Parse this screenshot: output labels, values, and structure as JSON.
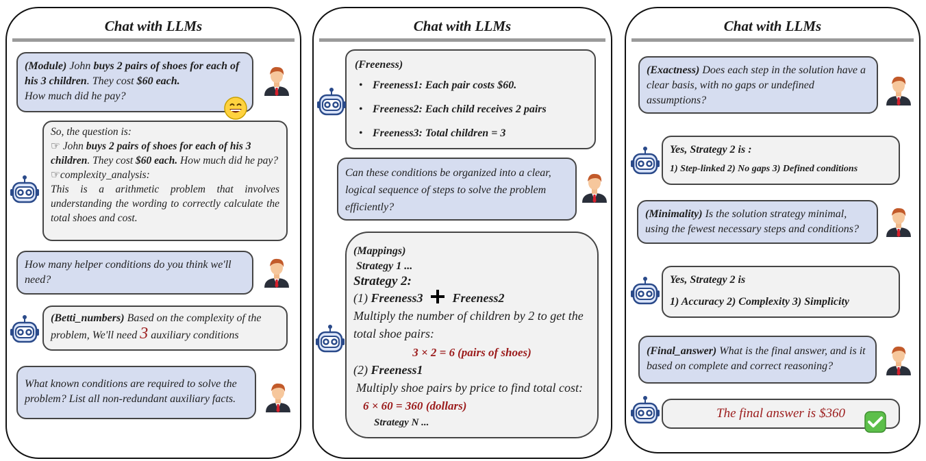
{
  "panel_title": "Chat with LLMs",
  "colors": {
    "user_bubble": "#d6ddf0",
    "bot_bubble": "#f2f2f2",
    "accent_red": "#9b1b1b",
    "check_green": "#5cbf4a"
  },
  "icons": {
    "user": "person-avatar-icon",
    "bot": "robot-icon",
    "smile": "smiley-face-icon",
    "point": "pointing-hand-icon",
    "plus": "plus-icon",
    "check": "checkmark-icon"
  },
  "p1": {
    "q1_tag": "(Module)",
    "q1_t1": "John",
    "q1_b1": "buys 2 pairs of shoes for each of his 3 children",
    "q1_t2": ". They cost",
    "q1_b2": "$60 each.",
    "q1_t3": "How much did he pay?",
    "a1_l1": "So, the question is:",
    "a1_t1": "John",
    "a1_b1": "buys 2 pairs of shoes for each of his 3 children",
    "a1_t2": ". They cost",
    "a1_b2": "$60 each.",
    "a1_t3": "How much did he pay?",
    "a1_l3": "complexity_analysis:",
    "a1_l4": "This is a arithmetic problem that involves understanding the wording to correctly calculate the total shoes and cost.",
    "q2": "How many helper conditions do you think we'll need?",
    "a2_tag": "(Betti_numbers)",
    "a2_t1": "Based on the complexity of the problem, We'll need",
    "a2_num": "3",
    "a2_t2": "auxiliary conditions",
    "q3": "What known conditions are required to solve the problem? List all non-redundant auxiliary facts."
  },
  "p2": {
    "free_tag": "(Freeness)",
    "free_items": [
      "Freeness1: Each pair costs $60.",
      "Freeness2: Each child receives 2 pairs",
      "Freeness3: Total children = 3"
    ],
    "q": "Can these conditions be organized into a clear, logical sequence of steps to solve the problem efficiently?",
    "map_tag": "(Mappings)",
    "s1": "Strategy 1 ...",
    "s2": "Strategy 2:",
    "st1_n": "(1)",
    "st1_a": "Freeness3",
    "st1_b": "Freeness2",
    "st1_text": "Multiply the number of children by 2 to get the total shoe pairs:",
    "eq1": "3 × 2 = 6",
    "eq1_unit": "(pairs of shoes)",
    "st2_n": "(2)",
    "st2_a": "Freeness1",
    "st2_text": "Multiply shoe pairs by price to find total cost:",
    "eq2": "6 × 60 = 360",
    "eq2_unit": "(dollars)",
    "sn": "Strategy N ..."
  },
  "p3": {
    "q1_tag": "(Exactness)",
    "q1": "Does each step in the solution have a clear basis, with no gaps or undefined assumptions?",
    "a1_head": "Yes, Strategy 2 is :",
    "a1_body": "1) Step-linked 2) No gaps 3) Defined conditions",
    "q2_tag": "(Minimality)",
    "q2": "Is the solution strategy minimal, using the fewest necessary steps and conditions?",
    "a2_head": "Yes, Strategy 2 is",
    "a2_body": "1) Accuracy 2) Complexity 3) Simplicity",
    "q3_tag": "(Final_answer)",
    "q3": "What is the final answer, and is it based on complete and correct reasoning?",
    "final": "The final answer is $360"
  }
}
